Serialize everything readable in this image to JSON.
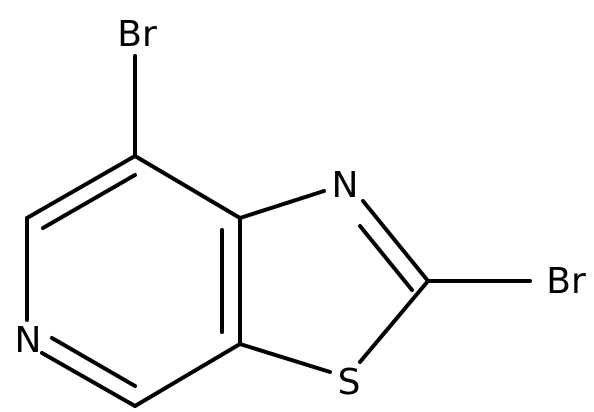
{
  "molecule": {
    "atoms": {
      "br_top": "Br",
      "br_right": "Br",
      "n_pyridine": "N",
      "n_thiazole": "N",
      "s_thiazole": "S"
    }
  },
  "colors": {
    "bond": "#000000",
    "label": "#000000",
    "background": "#ffffff"
  }
}
